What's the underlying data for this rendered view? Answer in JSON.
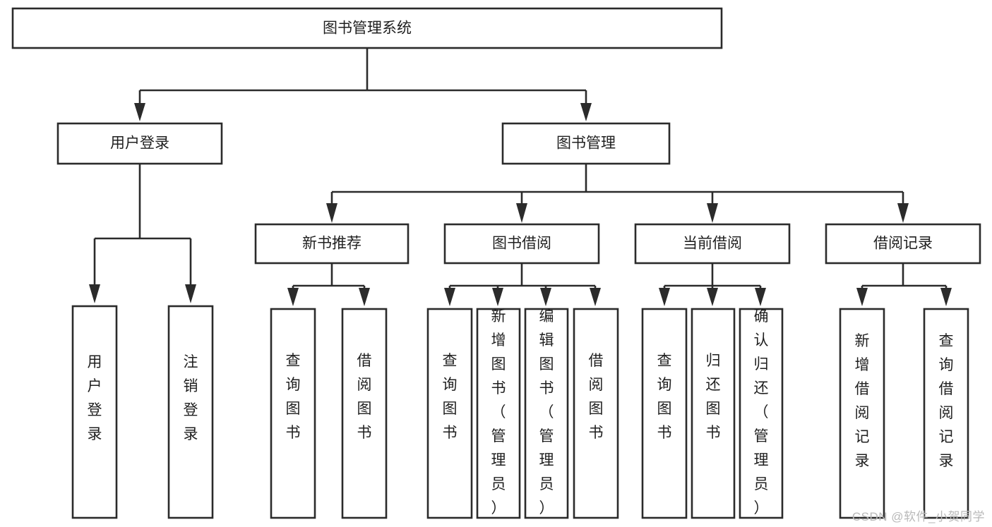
{
  "diagram": {
    "type": "tree-hierarchy",
    "title": "图书管理系统",
    "watermark": "CSDN @软件_小贺同学",
    "colors": {
      "stroke": "#2b2b2b",
      "box_fill": "#ffffff",
      "text": "#1f1f1f",
      "background": "#ffffff",
      "watermark": "#b9b9b9"
    },
    "levels": [
      {
        "level": 0,
        "nodes": [
          {
            "id": "root",
            "label": "图书管理系统",
            "orientation": "horizontal"
          }
        ]
      },
      {
        "level": 1,
        "nodes": [
          {
            "id": "login",
            "label": "用户登录",
            "orientation": "horizontal",
            "parent": "root"
          },
          {
            "id": "bookmgmt",
            "label": "图书管理",
            "orientation": "horizontal",
            "parent": "root"
          }
        ]
      },
      {
        "level": 2,
        "nodes": [
          {
            "id": "newbook",
            "label": "新书推荐",
            "orientation": "horizontal",
            "parent": "bookmgmt"
          },
          {
            "id": "borrow",
            "label": "图书借阅",
            "orientation": "horizontal",
            "parent": "bookmgmt"
          },
          {
            "id": "current",
            "label": "当前借阅",
            "orientation": "horizontal",
            "parent": "bookmgmt"
          },
          {
            "id": "records",
            "label": "借阅记录",
            "orientation": "horizontal",
            "parent": "bookmgmt"
          }
        ]
      },
      {
        "level": 3,
        "nodes": [
          {
            "id": "leaf-1",
            "label": "用户登录",
            "orientation": "vertical",
            "parent": "login"
          },
          {
            "id": "leaf-2",
            "label": "注销登录",
            "orientation": "vertical",
            "parent": "login"
          },
          {
            "id": "leaf-3",
            "label": "查询图书",
            "orientation": "vertical",
            "parent": "newbook"
          },
          {
            "id": "leaf-4",
            "label": "借阅图书",
            "orientation": "vertical",
            "parent": "newbook"
          },
          {
            "id": "leaf-5",
            "label": "查询图书",
            "orientation": "vertical",
            "parent": "borrow"
          },
          {
            "id": "leaf-6",
            "label": "新增图书（管理员）",
            "orientation": "vertical",
            "parent": "borrow"
          },
          {
            "id": "leaf-7",
            "label": "编辑图书（管理员）",
            "orientation": "vertical",
            "parent": "borrow"
          },
          {
            "id": "leaf-8",
            "label": "借阅图书",
            "orientation": "vertical",
            "parent": "borrow"
          },
          {
            "id": "leaf-9",
            "label": "查询图书",
            "orientation": "vertical",
            "parent": "current"
          },
          {
            "id": "leaf-10",
            "label": "归还图书",
            "orientation": "vertical",
            "parent": "current"
          },
          {
            "id": "leaf-11",
            "label": "确认归还（管理员）",
            "orientation": "vertical",
            "parent": "current"
          },
          {
            "id": "leaf-12",
            "label": "新增借阅记录",
            "orientation": "vertical",
            "parent": "records"
          },
          {
            "id": "leaf-13",
            "label": "查询借阅记录",
            "orientation": "vertical",
            "parent": "records"
          }
        ]
      }
    ]
  }
}
